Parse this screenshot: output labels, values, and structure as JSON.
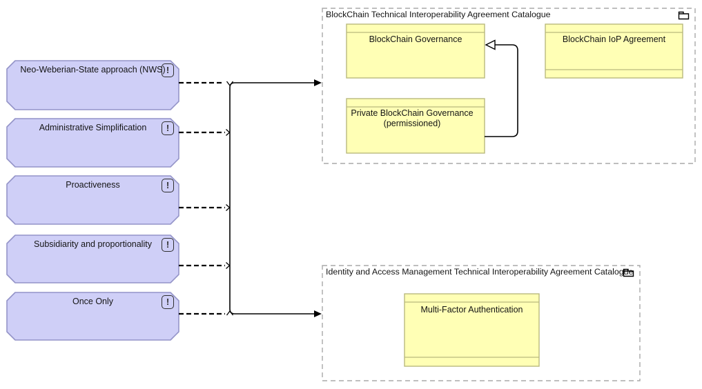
{
  "diagram": {
    "principles": [
      {
        "label": "Neo-Weberian-State approach (NWS)"
      },
      {
        "label": "Administrative Simplification"
      },
      {
        "label": "Proactiveness"
      },
      {
        "label": "Subsidiarity and proportionality"
      },
      {
        "label": "Once Only"
      }
    ],
    "principle_icon_glyph": "!",
    "groups": [
      {
        "title": "BlockChain Technical Interoperability Agreement Catalogue"
      },
      {
        "title": "Identity and Access Management Technical Interoperability Agreement Catalogue"
      }
    ],
    "contracts": [
      {
        "label": "BlockChain Governance"
      },
      {
        "label": "BlockChain IoP Agreement"
      },
      {
        "label": "Private BlockChain Governance (permissioned)"
      },
      {
        "label": "Multi-Factor Authentication"
      }
    ],
    "colors": {
      "principle_fill": "#CFCFF7",
      "principle_border": "#9494C8",
      "contract_fill": "#FFFFB5",
      "contract_border": "#B9B97E",
      "group_border": "#A8A8A8",
      "connector": "#000000",
      "background": "#FFFFFF"
    }
  }
}
